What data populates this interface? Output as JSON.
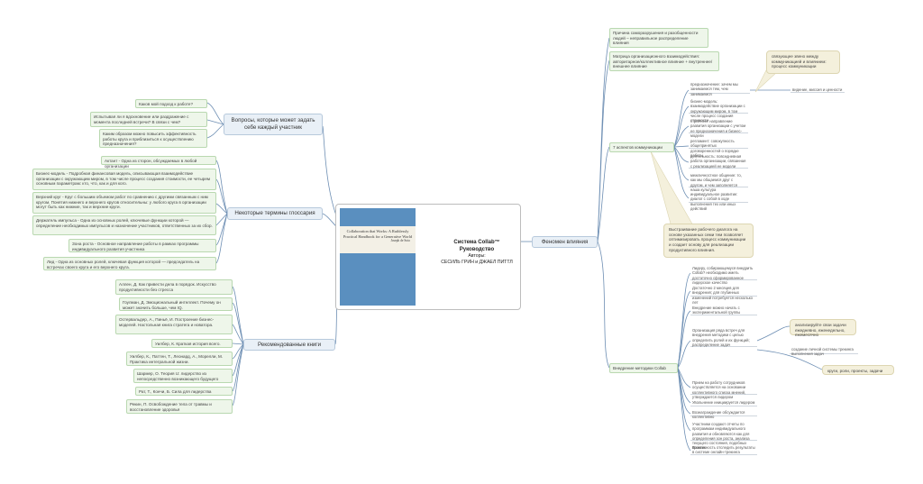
{
  "center": {
    "book_title": "Collaboration that Works: A Ruthlessly Practical Handbook for a Generative World",
    "book_author": "Joseph de Soto",
    "title": "Система Collab™",
    "subtitle": "Руководство",
    "authors_label": "Авторы:",
    "authors": "СЕСИЛЬ ГРИН и ДЖАЕЛ ПИТТЛ"
  },
  "left": {
    "questions": {
      "label": "Вопросы, которые может задать себе каждый участник",
      "items": [
        "Каков мой подход к работе?",
        "Испытывая ли я вдохновение или раздражение с момента последней встречи? В связи с чем?",
        "Каким образом можно повысить эффективность работы круга и приблизиться к осуществлению предназначения?"
      ]
    },
    "glossary": {
      "label": "Некоторые термины глоссария",
      "items": [
        "Актант - Одна из сторон, обсуждаемых в любой организации",
        "Бизнес-модель - Подробная финансовая модель, описывающая взаимодействие организации с окружающим миром, в том числе процесс создания стоимости, ее четырем основным параметрам: кто, что, как и для кого.",
        "Верхний круг - Круг с большим объемом работ по сравнению с другими связанным с ним кругом. Понятия нижнего и верхнего кругов относительны: у любого круга в организации могут быть как нижние, так и верхние круги.",
        "Держатель импульса - Одна из основных ролей, ключевые функции которой — определение необходимых импульсов и назначение участников, ответственных за их сбор.",
        "Зона роста - Основное направление работы в рамках программы индивидуального развития участника",
        "Лид - Одна из основных ролей, ключевая функция которой — председатель на встречах своего круга и его верхнего круга."
      ]
    },
    "books": {
      "label": "Рекомендованные книги",
      "items": [
        "Аллен, Д. Как привести дела в порядок. Искусство продуктивности без стресса",
        "Гоулман, Д. Эмоциональный интеллект. Почему он может значить больше, чем IQ.",
        "Остервальдер, А., Пиньё, И. Построение бизнес-моделей. Настольная книга стратега и новатора.",
        "Уилбер, К. Краткая история всего.",
        "Уилбер, К., Паттен, Т., Леонард, А., Морелли, М. Практика интегральной жизни.",
        "Шармер, О. Теория U: лидерство из непосредственно возникающего будущего",
        "Рат, Т., Кончи, Б. Сила для лидерства",
        "Рекин, П. Освобождение тела от травмы и восстановление здоровья"
      ]
    }
  },
  "right": {
    "phenomena": {
      "label": "Феномен влияния",
      "items": [
        "Причина саморазрушения и разобщенности людей – неправильное распределение влияния",
        "Матрица организационного взаимодействия: авторитарное/коллективное влияние + внутреннее/внешнее влияние"
      ],
      "aspects": {
        "label": "7 аспектов коммуникации",
        "items": [
          "предназначение: зачем мы занимаемся тем, чем занимаемся",
          "бизнес-модель: взаимодействие организации с окружающим миром, в том числе процесс создания стоимости",
          "стратегия: направление развития организации с учетом ее предназначения и бизнес-модели",
          "регламент: совокупность общепринятых договоренностей о порядке работы",
          "деятельность: повседневная работа организации, связанная с реализацией ее модели",
          "межличностное общение: то, как мы общаемся друг с другом, и чем заполняется наша культура",
          "индивидуальное развитие: диалог с собой в ходе выполнения тех или иных действий"
        ],
        "values_note": "видение, миссия и ценности"
      },
      "callout_top": "связующее звено между коммуникацией и влиянием: процесс коммуникации",
      "callout_bottom": "Выстраивание рабочего диалога на основе указанных семи тем позволяет оптимизировать процесс коммуникации и создает основу для реализации продуктивного влияния."
    },
    "implementation": {
      "label": "Внедрение методики Collab",
      "items": [
        "Лидеру, собирающемуся внедрить Collab? необходимо иметь достаточно сформированное лидерское качество",
        "Достаточно 2 месяцев для внедрения; для глубинных изменений потребуется несколько лет",
        "Внедрение можно начать с экспериментальной группы",
        "Организация ряда встреч для внедрения методики с целью определить ролей и их функций; распределение задач",
        "Прием на работу сотрудников осуществляется на основании коллективного списка мнений, утверждается лидером",
        "Увольнение инициируется лидером",
        "Вознаграждение обсуждается коллективно",
        "Участники создают отчеты по программам индивидуального развития и обновляются как для определения зон роста, анализа текущего состояния, подобных практик",
        "Возможность отследить результаты в системе онлайн-трекинга"
      ],
      "sub_analyze": "анализируйте свои задачи ежедневно, еженедельно, ежемесячно",
      "sub_create": "создание личной системы трекинга выполнения задач",
      "sub_circles": "круги, роли, проекты, задачи"
    }
  },
  "colors": {
    "line": "#6d8eb3",
    "green_bg": "#eef6ea",
    "blue_bg": "#e9f0f7",
    "callout_bg": "#f4f0dc"
  }
}
